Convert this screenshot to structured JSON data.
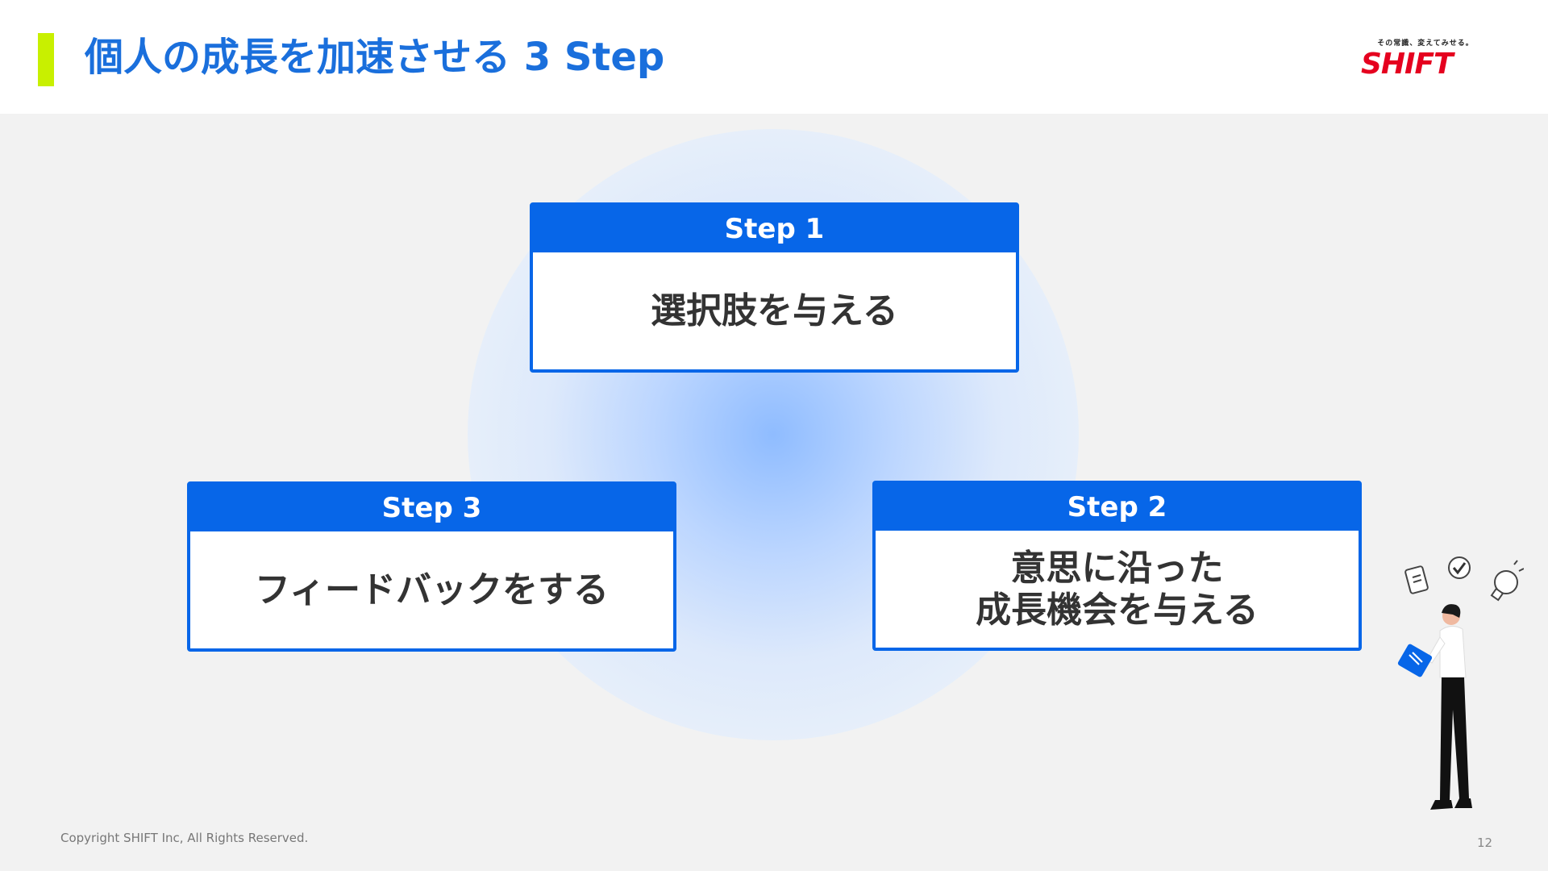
{
  "header": {
    "title": "個人の成長を加速させる 3 Step"
  },
  "logo": {
    "tagline": "その常識、変えてみせる。",
    "wordmark": "SHIFT",
    "brand_color": "#e5001f"
  },
  "steps": [
    {
      "label": "Step 1",
      "text": "選択肢を与える"
    },
    {
      "label": "Step 2",
      "text": "意思に沿った\n成長機会を与える"
    },
    {
      "label": "Step 3",
      "text": "フィードバックをする"
    }
  ],
  "colors": {
    "accent_bar": "#c8f000",
    "title": "#1a6fdc",
    "card_primary": "#0766e8"
  },
  "footer": {
    "copyright": "Copyright SHIFT Inc, All Rights Reserved.",
    "page_number": "12"
  }
}
